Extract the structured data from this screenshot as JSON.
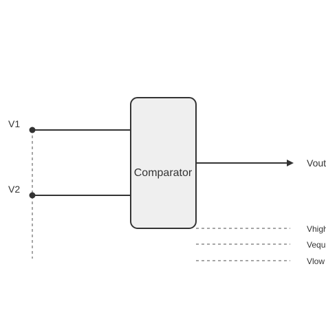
{
  "diagram": {
    "inputs": {
      "v1": "V1",
      "v2": "V2"
    },
    "block": {
      "label": "Comparator"
    },
    "output": {
      "label": "Vout"
    },
    "levels": {
      "high": "Vhigh",
      "equal": "Vequ",
      "low": "Vlow"
    },
    "colors": {
      "stroke": "#333333",
      "block_fill": "#efefef",
      "dashed": "#888888",
      "text": "#333333"
    }
  }
}
